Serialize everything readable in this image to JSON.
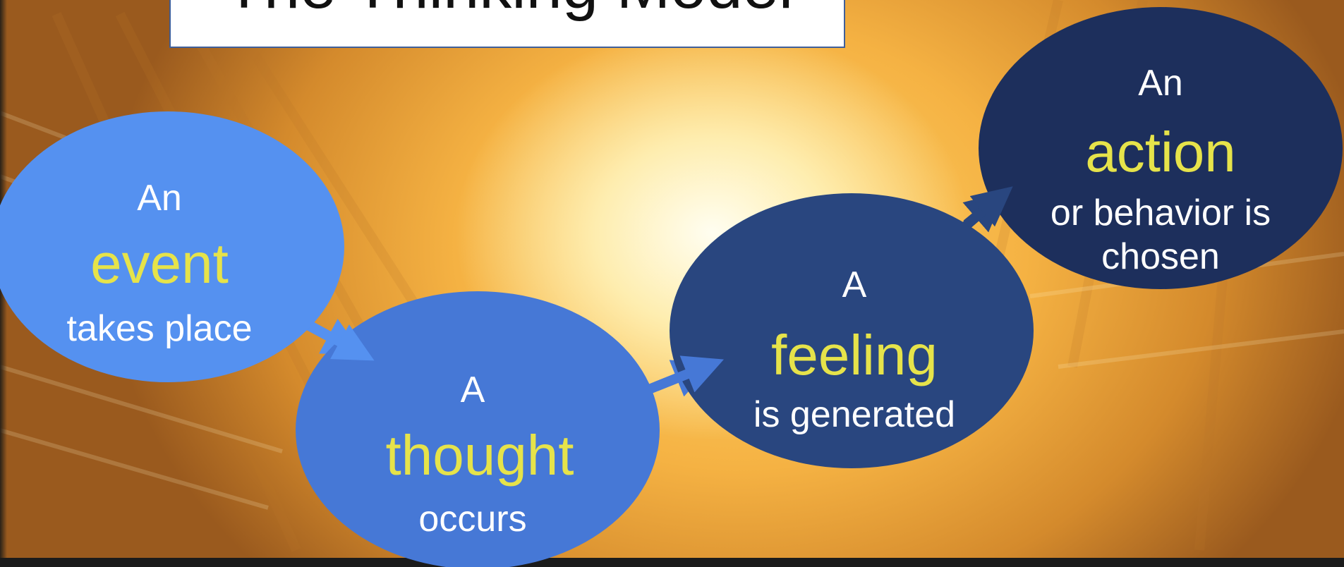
{
  "title": "The Thinking Model",
  "colors": {
    "event": "#5591f0",
    "thought": "#4678d6",
    "feeling": "#29467f",
    "action": "#1d2f5c",
    "keyword": "#e6e34a",
    "text": "#ffffff"
  },
  "steps": [
    {
      "id": "event",
      "line1": "An",
      "keyword": "event",
      "line3": "takes place"
    },
    {
      "id": "thought",
      "line1": "A",
      "keyword": "thought",
      "line3": "occurs"
    },
    {
      "id": "feeling",
      "line1": "A",
      "keyword": "feeling",
      "line3": "is generated"
    },
    {
      "id": "action",
      "line1": "An",
      "keyword": "action",
      "line3": "or behavior is",
      "line4": "chosen"
    }
  ]
}
